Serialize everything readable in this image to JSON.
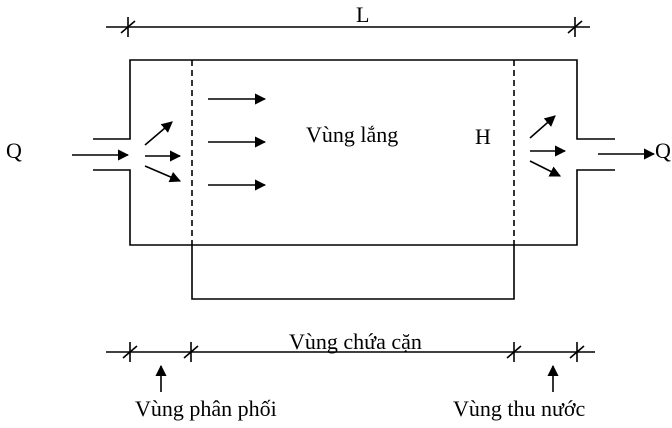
{
  "diagram": {
    "labels": {
      "length": "L",
      "flow_in": "Q",
      "flow_out": "Q",
      "height": "H",
      "settling_zone": "Vùng lắng",
      "sludge_zone": "Vùng chứa cặn",
      "distribution_zone": "Vùng phân phối",
      "collection_zone": "Vùng thu nước"
    },
    "colors": {
      "stroke": "#000000",
      "background": "#ffffff"
    }
  }
}
